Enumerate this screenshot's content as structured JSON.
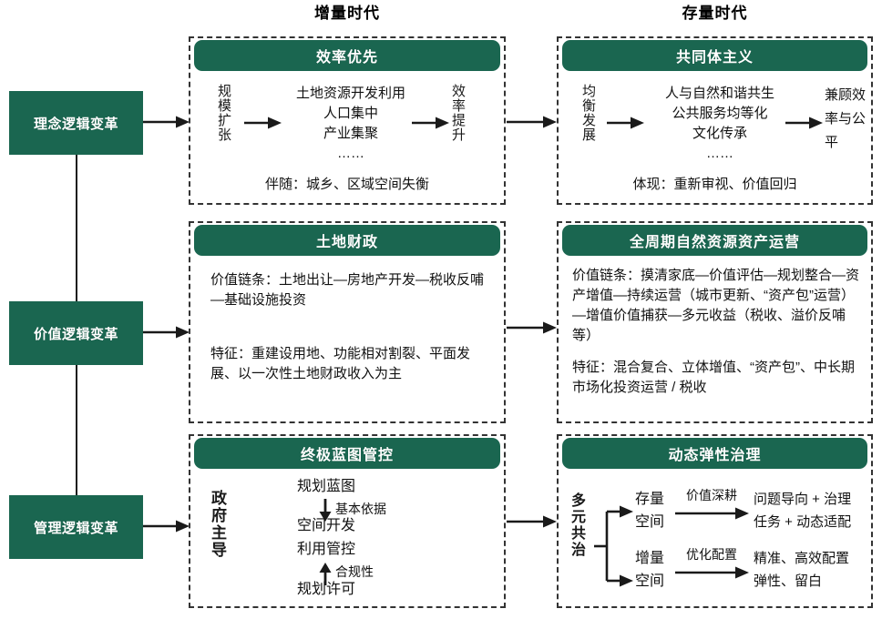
{
  "theme": {
    "green": "#1a6650",
    "ink": "#1a1a1a",
    "panel_border": "#333333"
  },
  "columns": [
    {
      "id": "incremental",
      "title": "增量时代"
    },
    {
      "id": "stock",
      "title": "存量时代"
    }
  ],
  "stages": [
    {
      "id": "concept",
      "label": "理念逻辑变革"
    },
    {
      "id": "value",
      "label": "价值逻辑变革"
    },
    {
      "id": "manage",
      "label": "管理逻辑变革"
    }
  ],
  "panels": {
    "r1c1": {
      "title": "效率优先",
      "step1": "规模扩张",
      "step2_lines": [
        "土地资源开发利用",
        "人口集中",
        "产业集聚",
        "……"
      ],
      "step3": "效率提升",
      "footer": "伴随：城乡、区域空间失衡"
    },
    "r1c2": {
      "title": "共同体主义",
      "step1": "均衡发展",
      "step2_lines": [
        "人与自然和谐共生",
        "公共服务均等化",
        "文化传承",
        "……"
      ],
      "step3": "兼顾效率与公平",
      "footer": "体现：重新审视、价值回归"
    },
    "r2c1": {
      "title": "土地财政",
      "para1": "价值链条：土地出让—房地产开发—税收反哺—基础设施投资",
      "para2": "特征：重建设用地、功能相对割裂、平面发展、以一次性土地财政收入为主"
    },
    "r2c2": {
      "title": "全周期自然资源资产运营",
      "para1": "价值链条：摸清家底—价值评估—规划整合—资产增值—持续运营（城市更新、“资产包”运营）—增值价值捕获—多元收益（税收、溢价反哺等）",
      "para2": "特征：混合复合、立体增值、“资产包”、中长期市场化投资运营 / 税收"
    },
    "r3c1": {
      "title": "终极蓝图管控",
      "side_label": "政府主导",
      "node_top": "规划蓝图",
      "label_down": "基本依据",
      "node_mid_lines": [
        "空间开发",
        "利用管控"
      ],
      "label_up": "合规性",
      "node_bottom": "规划许可"
    },
    "r3c2": {
      "title": "动态弹性治理",
      "side_label": "多元共治",
      "branches": [
        {
          "node_lines": [
            "存量",
            "空间"
          ],
          "arrow_label": "价值深耕",
          "result_lines": [
            "问题导向 + 治理",
            "任务 + 动态适配"
          ]
        },
        {
          "node_lines": [
            "增量",
            "空间"
          ],
          "arrow_label": "优化配置",
          "result_lines": [
            "精准、高效配置",
            "弹性、留白"
          ]
        }
      ]
    }
  }
}
